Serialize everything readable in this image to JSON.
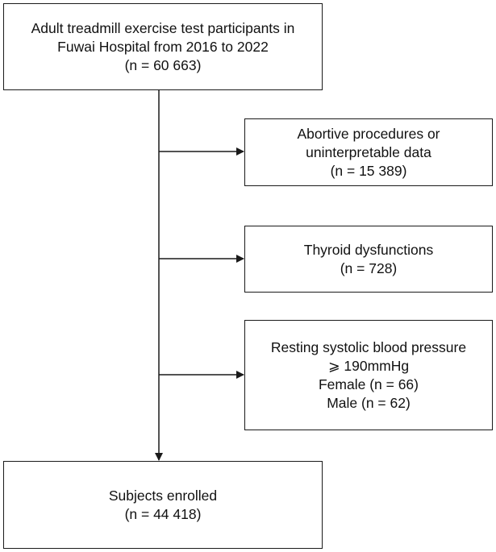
{
  "flow": {
    "source": {
      "lines": [
        "Adult treadmill exercise test participants in",
        "Fuwai Hospital from 2016 to 2022",
        "(n = 60 663)"
      ]
    },
    "exclusions": [
      {
        "lines": [
          "Abortive procedures or",
          "uninterpretable data",
          "(n = 15 389)"
        ]
      },
      {
        "lines": [
          "Thyroid dysfunctions",
          "(n = 728)"
        ]
      },
      {
        "lines": [
          "Resting systolic blood pressure",
          "⩾ 190mmHg",
          "Female (n = 66)",
          "Male (n = 62)"
        ]
      }
    ],
    "enrolled": {
      "lines": [
        "Subjects enrolled",
        "(n = 44 418)"
      ]
    }
  },
  "colors": {
    "line": "#1a1a1a",
    "background": "#ffffff"
  }
}
